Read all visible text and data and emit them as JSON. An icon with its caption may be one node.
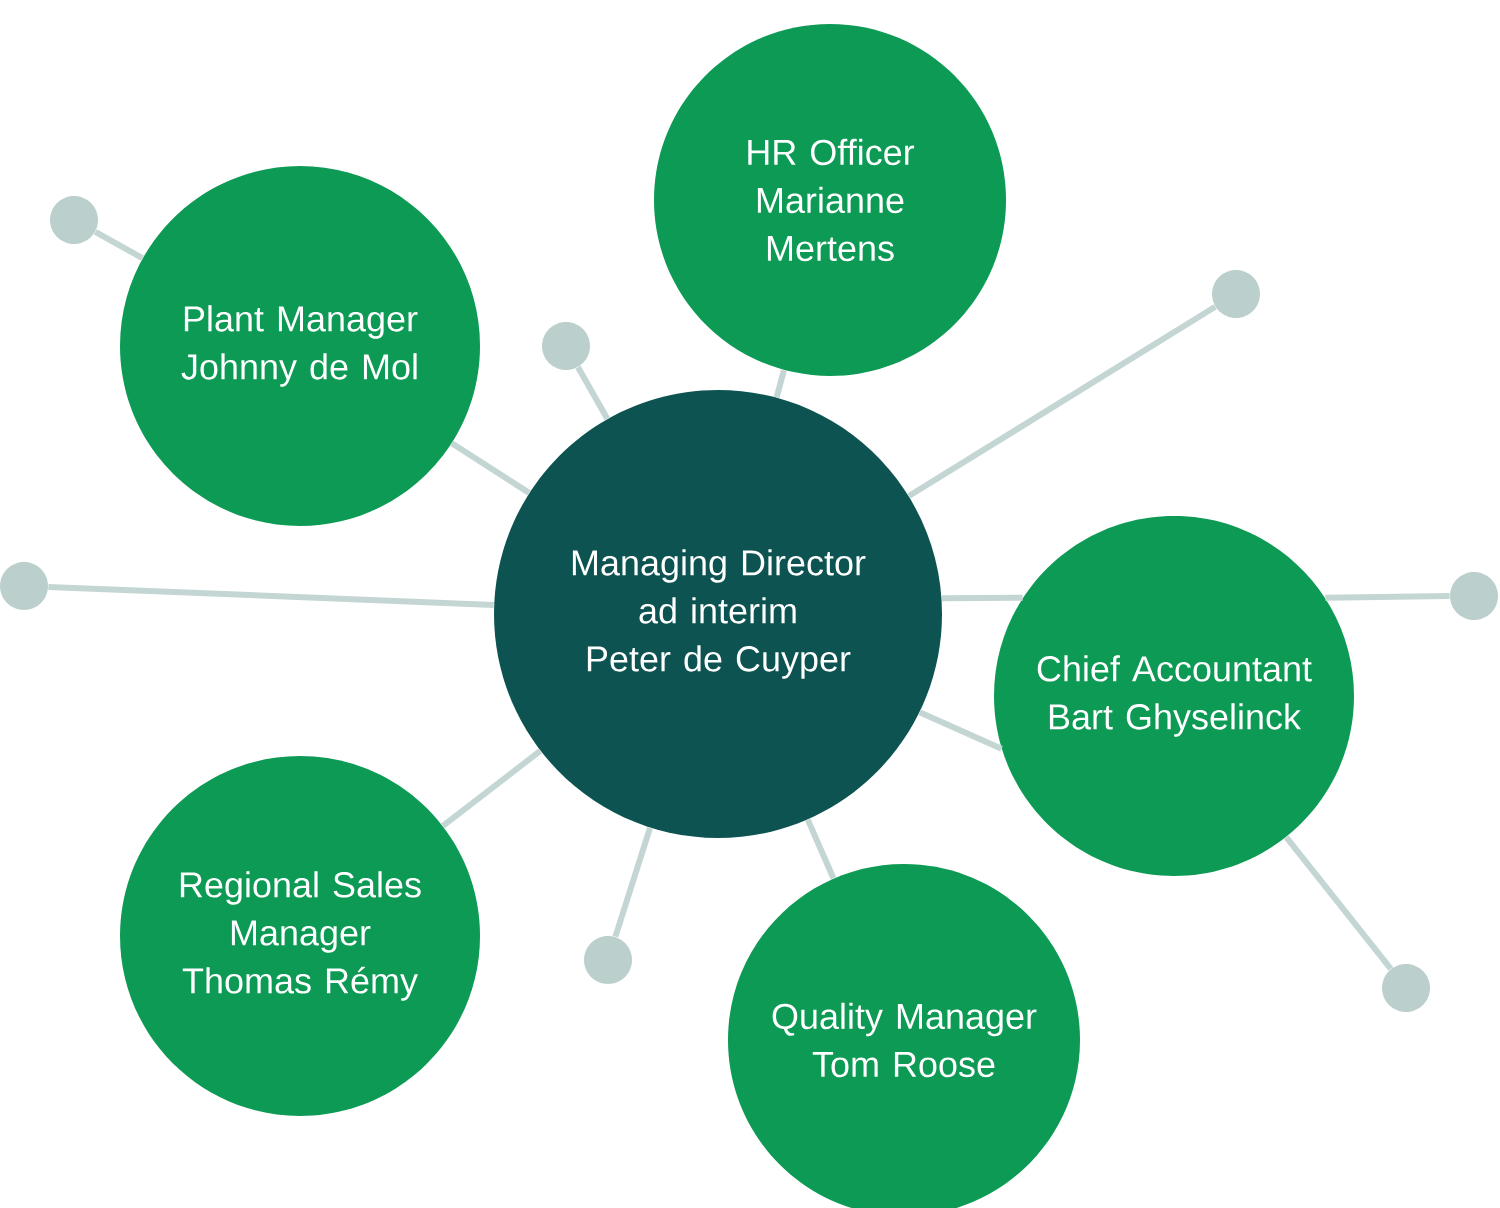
{
  "diagram": {
    "nodes": [
      {
        "text": [
          "Managing Director ad interim",
          "Peter de Cuyper"
        ]
      },
      {
        "text": [
          "HR Officer",
          "Marianne Mertens"
        ]
      },
      {
        "text": [
          "Plant Manager",
          "Johnny de Mol"
        ]
      },
      {
        "text": [
          "Chief Accountant",
          "Bart Ghyselinck"
        ]
      },
      {
        "text": [
          "Regional Sales Manager",
          "Thomas Rémy"
        ]
      },
      {
        "text": [
          "Quality Manager",
          "Tom Roose"
        ]
      },
      {
        "text": [],
        "shape": "circle"
      },
      {
        "text": [],
        "shape": "circle"
      },
      {
        "text": [],
        "shape": "circle"
      },
      {
        "text": [],
        "shape": "circle"
      },
      {
        "text": [],
        "shape": "circle"
      },
      {
        "text": [],
        "shape": "circle"
      },
      {
        "text": [],
        "shape": "circle"
      }
    ],
    "edges": [
      {
        "from": 0,
        "to": 1,
        "arrow": "none"
      },
      {
        "from": 0,
        "to": 2,
        "arrow": "none"
      },
      {
        "from": 0,
        "to": 3,
        "arrow": "none"
      },
      {
        "from": 0,
        "to": 3,
        "arrow": "none"
      },
      {
        "from": 0,
        "to": 4,
        "arrow": "none"
      },
      {
        "from": 0,
        "to": 5,
        "arrow": "none"
      },
      {
        "from": 0,
        "to": 6,
        "arrow": "none"
      },
      {
        "from": 7,
        "to": 2,
        "arrow": "none"
      },
      {
        "from": 0,
        "to": 8,
        "arrow": "none"
      },
      {
        "from": 0,
        "to": 9,
        "arrow": "none"
      },
      {
        "from": 0,
        "to": 10,
        "arrow": "none"
      },
      {
        "from": 3,
        "to": 11,
        "arrow": "none"
      },
      {
        "from": 3,
        "to": 12,
        "arrow": "none"
      }
    ]
  }
}
